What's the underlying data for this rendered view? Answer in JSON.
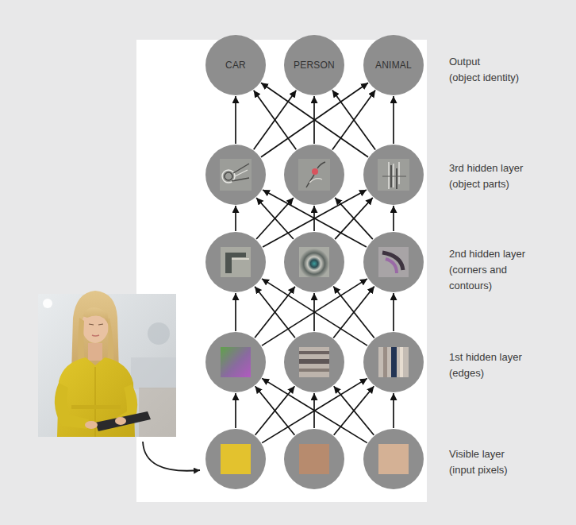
{
  "diagram": {
    "nodes": [
      {
        "text": [
          "CAR"
        ]
      },
      {
        "text": [
          "PERSON"
        ]
      },
      {
        "text": [
          "ANIMAL"
        ]
      },
      {
        "text": []
      },
      {
        "text": []
      },
      {
        "text": []
      },
      {
        "text": []
      },
      {
        "text": []
      },
      {
        "text": []
      },
      {
        "text": []
      },
      {
        "text": []
      },
      {
        "text": []
      },
      {
        "text": []
      },
      {
        "text": []
      },
      {
        "text": []
      }
    ],
    "edges": [
      {
        "from": 12,
        "to": 9,
        "arrow": "to"
      },
      {
        "from": 12,
        "to": 10,
        "arrow": "to"
      },
      {
        "from": 12,
        "to": 11,
        "arrow": "to"
      },
      {
        "from": 13,
        "to": 9,
        "arrow": "to"
      },
      {
        "from": 13,
        "to": 10,
        "arrow": "to"
      },
      {
        "from": 13,
        "to": 11,
        "arrow": "to"
      },
      {
        "from": 14,
        "to": 9,
        "arrow": "to"
      },
      {
        "from": 14,
        "to": 10,
        "arrow": "to"
      },
      {
        "from": 14,
        "to": 11,
        "arrow": "to"
      },
      {
        "from": 9,
        "to": 6,
        "arrow": "to"
      },
      {
        "from": 9,
        "to": 7,
        "arrow": "to"
      },
      {
        "from": 9,
        "to": 8,
        "arrow": "to"
      },
      {
        "from": 10,
        "to": 6,
        "arrow": "to"
      },
      {
        "from": 10,
        "to": 7,
        "arrow": "to"
      },
      {
        "from": 10,
        "to": 8,
        "arrow": "to"
      },
      {
        "from": 11,
        "to": 6,
        "arrow": "to"
      },
      {
        "from": 11,
        "to": 7,
        "arrow": "to"
      },
      {
        "from": 11,
        "to": 8,
        "arrow": "to"
      },
      {
        "from": 6,
        "to": 3,
        "arrow": "to"
      },
      {
        "from": 6,
        "to": 4,
        "arrow": "to"
      },
      {
        "from": 6,
        "to": 5,
        "arrow": "to"
      },
      {
        "from": 7,
        "to": 3,
        "arrow": "to"
      },
      {
        "from": 7,
        "to": 4,
        "arrow": "to"
      },
      {
        "from": 7,
        "to": 5,
        "arrow": "to"
      },
      {
        "from": 8,
        "to": 3,
        "arrow": "to"
      },
      {
        "from": 8,
        "to": 4,
        "arrow": "to"
      },
      {
        "from": 8,
        "to": 5,
        "arrow": "to"
      },
      {
        "from": 3,
        "to": 0,
        "arrow": "to"
      },
      {
        "from": 3,
        "to": 1,
        "arrow": "to"
      },
      {
        "from": 3,
        "to": 2,
        "arrow": "to"
      },
      {
        "from": 4,
        "to": 0,
        "arrow": "to"
      },
      {
        "from": 4,
        "to": 1,
        "arrow": "to"
      },
      {
        "from": 4,
        "to": 2,
        "arrow": "to"
      },
      {
        "from": 5,
        "to": 0,
        "arrow": "to"
      },
      {
        "from": 5,
        "to": 1,
        "arrow": "to"
      },
      {
        "from": 5,
        "to": 2,
        "arrow": "to"
      }
    ],
    "labels": [
      "Output",
      "(object identity)",
      "3rd hidden layer",
      "(object parts)",
      "2nd hidden layer",
      "(corners and contours)",
      "1st hidden layer",
      "(edges)",
      "Visible layer",
      "(input pixels)"
    ]
  }
}
